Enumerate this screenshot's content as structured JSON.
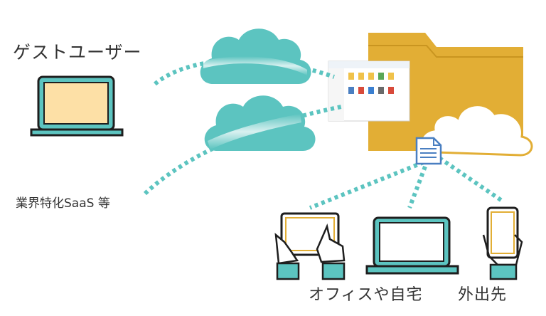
{
  "labels": {
    "guest_user": "ゲストユーザー",
    "industry_saas": "業界特化SaaS 等",
    "office_home": "オフィスや自宅",
    "outside": "外出先"
  },
  "colors": {
    "teal": "#5cc4c0",
    "folder": "#e2ae35",
    "folder_dark": "#c99520",
    "laptop_screen": "#fde0a6",
    "outline": "#1e1e1e",
    "doc_blue": "#4a7fc1",
    "text": "#333333"
  },
  "icons": [
    "laptop-icon",
    "cloud-icon",
    "folder-icon",
    "document-icon",
    "tablet-hands-icon",
    "phone-hand-icon",
    "file-explorer-thumbnail"
  ]
}
